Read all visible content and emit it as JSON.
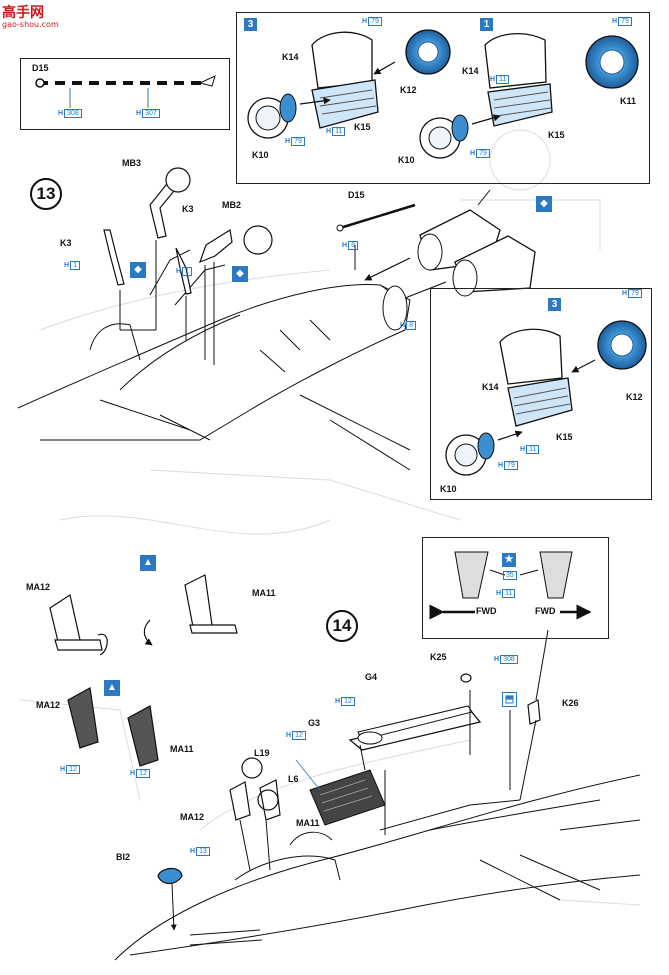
{
  "watermark": {
    "line1": "高手网",
    "line2": "gao-shou.com"
  },
  "steps": {
    "s13": "13",
    "s14": "14"
  },
  "codes": {
    "h308": "308",
    "h307": "307",
    "h79": "79",
    "h11": "11",
    "h8": "8",
    "h1": "1",
    "h12": "12",
    "h13": "13",
    "h35": "35"
  },
  "parts": {
    "d15": "D15",
    "k14": "K14",
    "k12": "K12",
    "k15": "K15",
    "k10": "K10",
    "k11": "K11",
    "mb3": "MB3",
    "mb2": "MB2",
    "k3": "K3",
    "ma12": "MA12",
    "ma11": "MA11",
    "k25": "K25",
    "g4": "G4",
    "g3": "G3",
    "k26": "K26",
    "l19": "L19",
    "l6": "L6",
    "bi2": "BI2"
  },
  "h_prefix": "H",
  "fwd_label": "FWD",
  "colors": {
    "accent": "#2b79c2",
    "part_fill": "#3b8fd0",
    "line": "#111111"
  }
}
